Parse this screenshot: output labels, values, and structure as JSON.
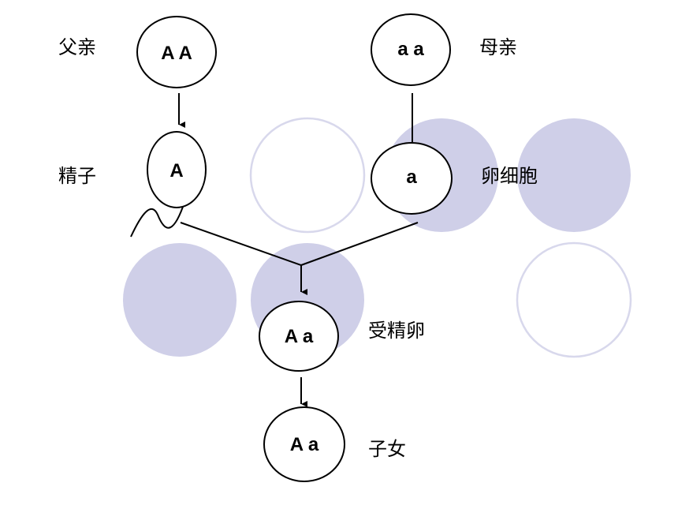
{
  "labels": {
    "father": "父亲",
    "mother": "母亲",
    "sperm": "精子",
    "egg": "卵细胞",
    "zygote": "受精卵",
    "offspring": "子女"
  },
  "genotypes": {
    "father": "A A",
    "mother": "a a",
    "sperm": "A",
    "egg": "a",
    "zygote": "A a",
    "offspring": "A a"
  },
  "colors": {
    "decor_fill": "#cfcfe8",
    "decor_ring": "#d8d8ec",
    "line": "#000000"
  }
}
